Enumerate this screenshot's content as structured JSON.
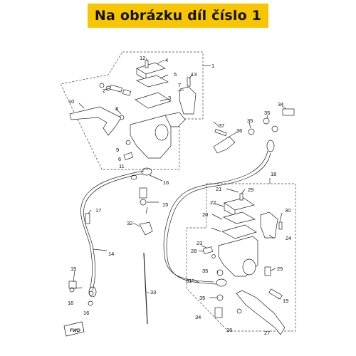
{
  "banner": {
    "text": "Na obrázku díl číslo 1",
    "color": "#f7c600"
  },
  "callouts": {
    "c1": "1",
    "c2": "2",
    "c3": "3",
    "c4": "4",
    "c5": "5",
    "c6": "6",
    "c7": "7",
    "c8": "8",
    "c9": "9",
    "c10": "10",
    "c11": "11",
    "c12": "12",
    "c13": "13",
    "c14": "14",
    "c15a": "15",
    "c15b": "15",
    "c16a": "16",
    "c16b": "16",
    "c16c": "16",
    "c16d": "16",
    "c17": "17",
    "c18": "18",
    "c19": "19",
    "c20": "20",
    "c21": "21",
    "c22": "22",
    "c23": "23",
    "c24": "24",
    "c25": "25",
    "c26": "26",
    "c27": "27",
    "c28": "28",
    "c29": "29",
    "c30": "30",
    "c31": "31",
    "c32": "32",
    "c33": "33",
    "c34a": "34",
    "c34b": "34",
    "c35a": "35",
    "c35b": "35",
    "c35c": "35",
    "c36": "36",
    "c37": "37"
  },
  "fwd_label": "FWD"
}
